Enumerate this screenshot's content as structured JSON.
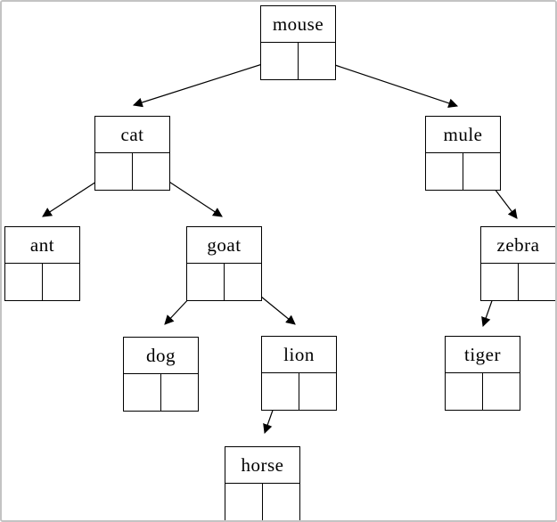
{
  "diagram": {
    "kind": "binary-search-tree",
    "colors": {
      "line": "#000000",
      "background": "#ffffff",
      "frame_border": "#c3c3c3"
    }
  },
  "tree": {
    "nodes": [
      {
        "label": "mouse",
        "left_child": "cat",
        "right_child": "mule"
      },
      {
        "label": "cat",
        "left_child": "ant",
        "right_child": "goat"
      },
      {
        "label": "mule",
        "left_child": null,
        "right_child": "zebra"
      },
      {
        "label": "ant",
        "left_child": null,
        "right_child": null
      },
      {
        "label": "goat",
        "left_child": "dog",
        "right_child": "lion"
      },
      {
        "label": "zebra",
        "left_child": "tiger",
        "right_child": null
      },
      {
        "label": "dog",
        "left_child": null,
        "right_child": null
      },
      {
        "label": "lion",
        "left_child": "horse",
        "right_child": null
      },
      {
        "label": "tiger",
        "left_child": null,
        "right_child": null
      },
      {
        "label": "horse",
        "left_child": null,
        "right_child": null
      }
    ],
    "edges": [
      {
        "from": "mouse",
        "pointer": "left",
        "to": "cat"
      },
      {
        "from": "mouse",
        "pointer": "right",
        "to": "mule"
      },
      {
        "from": "cat",
        "pointer": "left",
        "to": "ant"
      },
      {
        "from": "cat",
        "pointer": "right",
        "to": "goat"
      },
      {
        "from": "goat",
        "pointer": "left",
        "to": "dog"
      },
      {
        "from": "goat",
        "pointer": "right",
        "to": "lion"
      },
      {
        "from": "mule",
        "pointer": "right",
        "to": "zebra"
      },
      {
        "from": "zebra",
        "pointer": "left",
        "to": "tiger"
      },
      {
        "from": "lion",
        "pointer": "left",
        "to": "horse"
      }
    ]
  }
}
